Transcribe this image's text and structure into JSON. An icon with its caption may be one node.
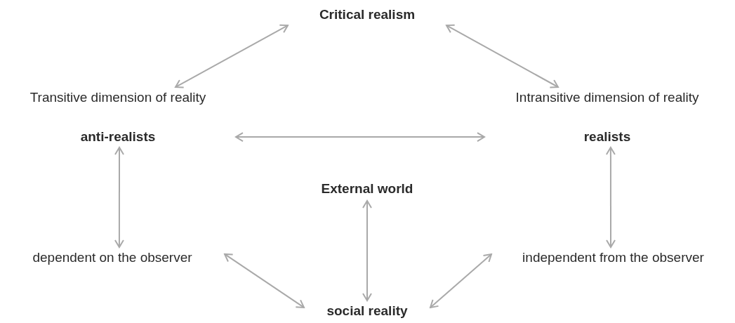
{
  "diagram": {
    "nodes": [
      {
        "text": [
          "Critical realism"
        ]
      },
      {
        "text": [
          "Transitive dimension of reality",
          "anti-realists"
        ]
      },
      {
        "text": [
          "Intransitive dimension of reality",
          "realists"
        ]
      },
      {
        "text": [
          "dependent on the observer"
        ]
      },
      {
        "text": [
          "External world"
        ]
      },
      {
        "text": [
          "independent from the observer"
        ]
      },
      {
        "text": [
          "social reality"
        ]
      }
    ],
    "edges": [
      {
        "from": 0,
        "to": 1,
        "arrow": "both"
      },
      {
        "from": 0,
        "to": 2,
        "arrow": "both"
      },
      {
        "from": 1,
        "to": 2,
        "arrow": "both"
      },
      {
        "from": 1,
        "to": 3,
        "arrow": "both"
      },
      {
        "from": 2,
        "to": 5,
        "arrow": "both"
      },
      {
        "from": 4,
        "to": 6,
        "arrow": "both"
      },
      {
        "from": 3,
        "to": 6,
        "arrow": "both"
      },
      {
        "from": 5,
        "to": 6,
        "arrow": "both"
      }
    ]
  }
}
